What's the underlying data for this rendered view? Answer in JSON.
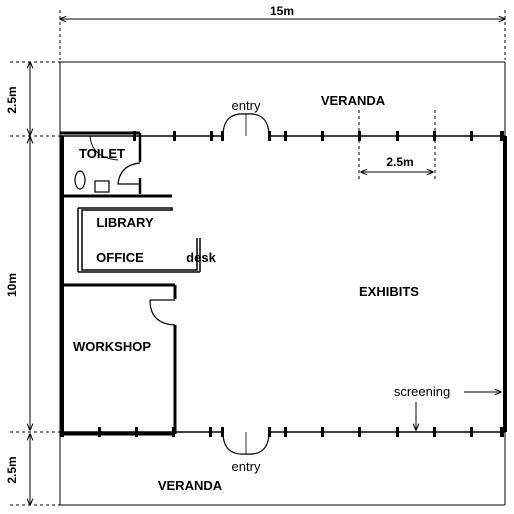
{
  "dimensions": {
    "overall_width": "15m",
    "top_veranda_depth": "2.5m",
    "main_depth": "10m",
    "bottom_veranda_depth": "2.5m",
    "column_spacing": "2.5m"
  },
  "rooms": {
    "toilet": "TOILET",
    "library": "LIBRARY",
    "office": "OFFICE",
    "desk": "desk",
    "workshop": "WORKSHOP",
    "exhibits": "EXHIBITS"
  },
  "verandas": {
    "top": "VERANDA",
    "bottom": "VERANDA"
  },
  "entries": {
    "top": "entry",
    "bottom": "entry"
  },
  "annotations": {
    "screening": "screening"
  }
}
